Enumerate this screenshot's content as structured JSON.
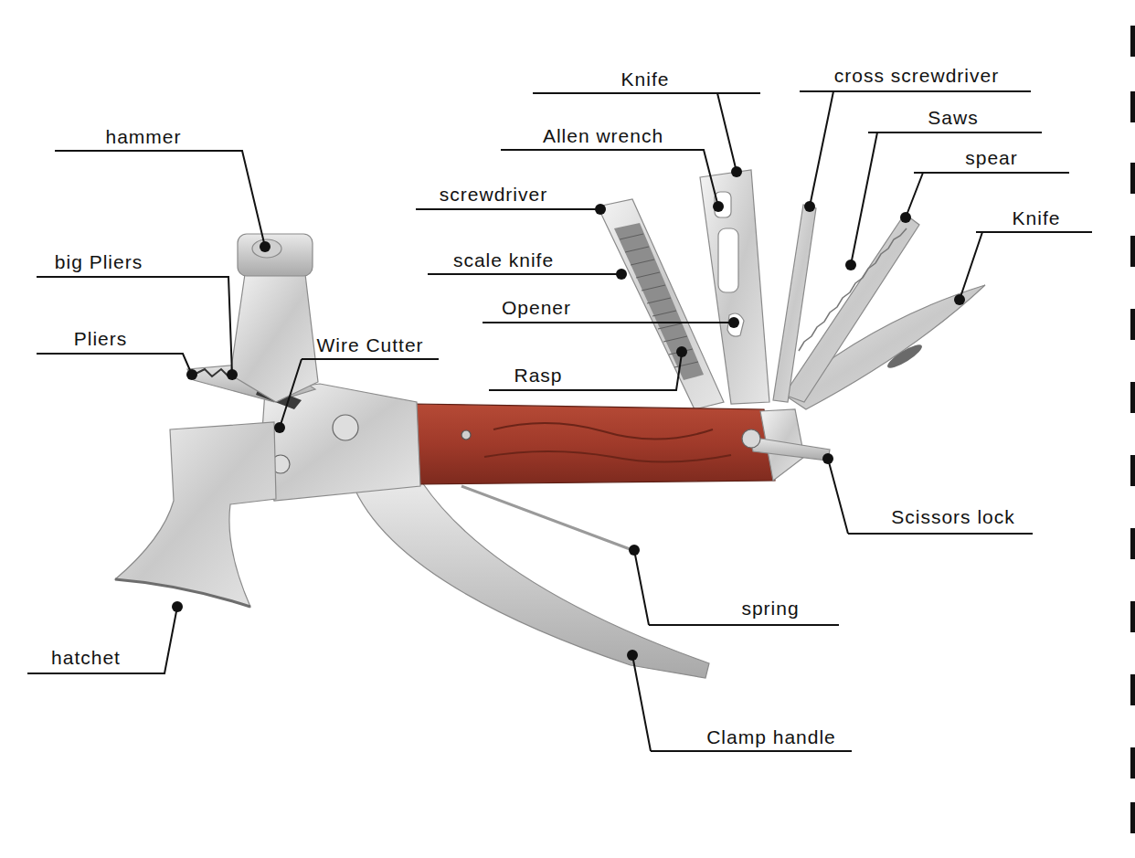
{
  "diagram": {
    "labels": [
      "Knife",
      "cross screwdriver",
      "Allen wrench",
      "Saws",
      "hammer",
      "spear",
      "screwdriver",
      "Knife",
      "big Pliers",
      "scale knife",
      "Opener",
      "Pliers",
      "Wire Cutter",
      "Rasp",
      "Scissors lock",
      "spring",
      "hatchet",
      "Clamp handle"
    ]
  }
}
